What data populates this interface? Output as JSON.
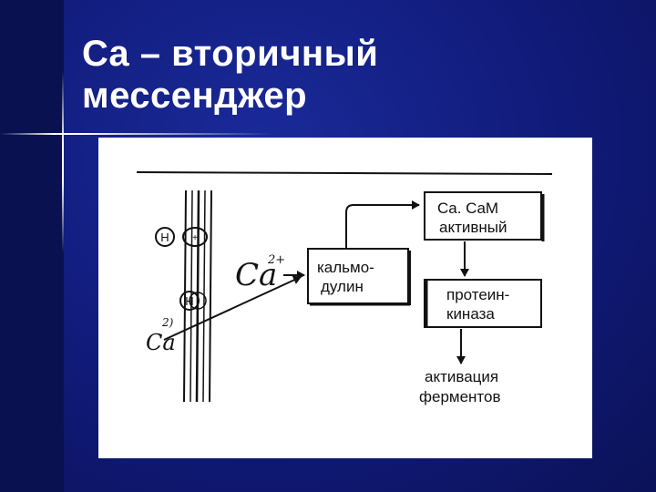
{
  "slide": {
    "title_line1": "Ca – вторичный",
    "title_line2": "мессенджер"
  },
  "diagram": {
    "nodes": {
      "ca_cam": {
        "line1": "Ca. CaM",
        "line2": "активный"
      },
      "calmodulin": {
        "line1": "кальмо-",
        "line2": "дулин"
      },
      "protein_kinase": {
        "line1": "протеин-",
        "line2": "киназа"
      },
      "activation": {
        "line1": "активация",
        "line2": "ферментов"
      }
    },
    "ions": {
      "ca_large": "Ca",
      "ca_large_charge": "2+",
      "ca_small": "Ca",
      "ca_small_charge": "2)"
    },
    "receptors": {
      "h_top": "H",
      "h_top_mark": "+",
      "h_bottom": "H"
    },
    "colors": {
      "background": "#101a78",
      "title": "#ffffff",
      "ink": "#111111"
    }
  }
}
